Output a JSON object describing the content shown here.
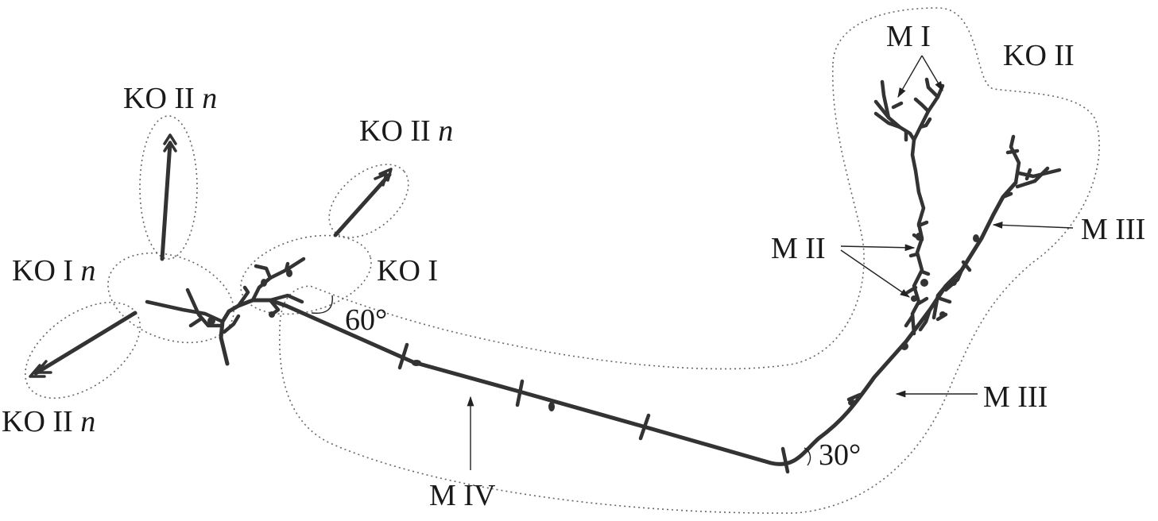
{
  "labels": {
    "ko2n_top": {
      "main": "KO II ",
      "italic": "n"
    },
    "ko2n_mid": {
      "main": "KO II ",
      "italic": "n"
    },
    "ko2n_bottom": {
      "main": "KO II ",
      "italic": "n"
    },
    "ko1n": {
      "main": "KO I ",
      "italic": "n"
    },
    "ko1": "KO I",
    "ko2": "KO II",
    "m1": "M I",
    "m2": "M II",
    "m3_upper": "M III",
    "m3_lower": "M III",
    "m4": "M IV",
    "angle_60": "60°",
    "angle_30": "30°"
  },
  "colors": {
    "stroke": "#333333",
    "zone_outline": "#666666",
    "text": "#1a1a1a"
  }
}
